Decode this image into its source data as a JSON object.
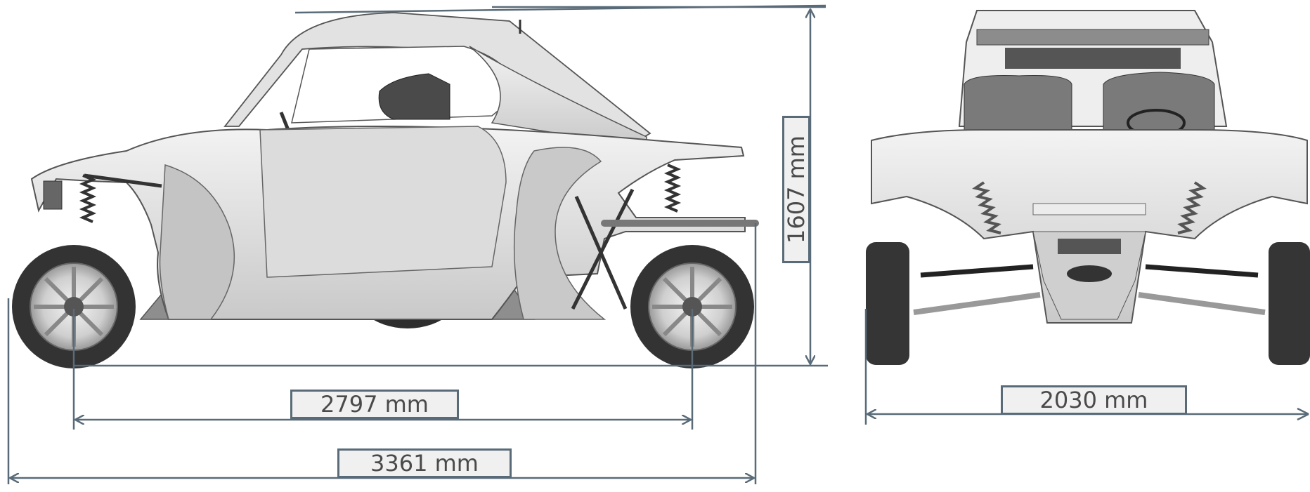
{
  "dimensions": {
    "height": "1607 mm",
    "wheelbase": "2797 mm",
    "overall_length": "3361 mm",
    "track_width": "2030 mm"
  },
  "colors": {
    "dimension_line": "#596b78",
    "label_fill": "#f0f0f0",
    "label_text": "#4a4a4a",
    "body_light": "#e6e6e6",
    "body_mid": "#bdbdbd",
    "tire": "#3a3a3a"
  },
  "views": {
    "side": "side-view",
    "front": "front-view"
  }
}
